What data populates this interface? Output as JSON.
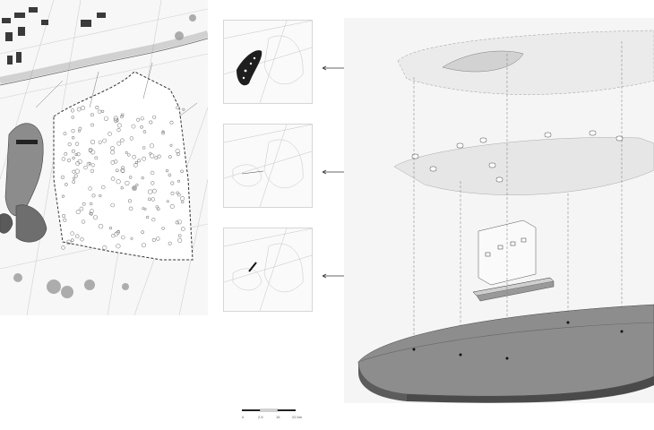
{
  "scale_bar": {
    "labels": [
      "0",
      "2.5",
      "15",
      "22.5m"
    ]
  },
  "palette": {
    "background": "#ffffff",
    "plan_line": "#9a9a9a",
    "woodland": "#7a7a7a",
    "dark_fill": "#2a2a2a",
    "terrain": "#8d8d8d",
    "cloud": "#ececec"
  },
  "icons": {
    "arrow": "double-headed-arrow-icon"
  }
}
